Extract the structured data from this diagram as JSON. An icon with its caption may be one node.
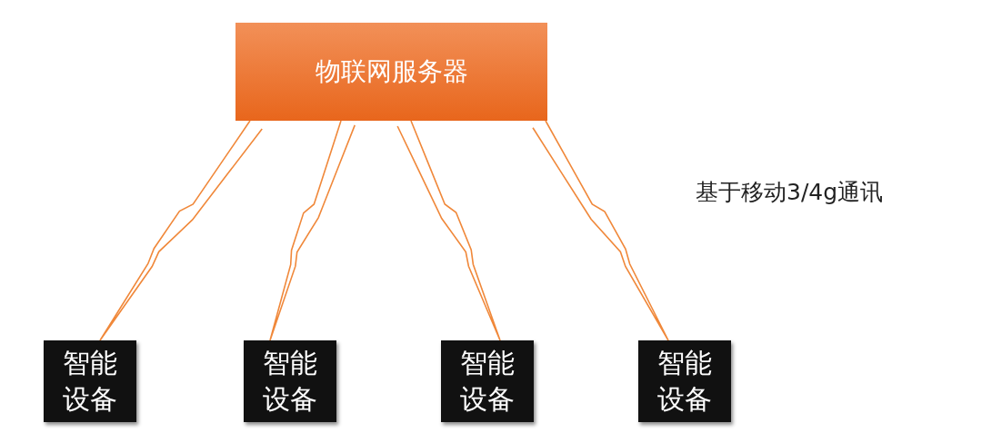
{
  "diagram": {
    "nodes": [
      {
        "text": [
          "物联网服务器"
        ]
      },
      {
        "text": [
          "智能设备"
        ]
      },
      {
        "text": [
          "智能设备"
        ]
      },
      {
        "text": [
          "智能设备"
        ]
      },
      {
        "text": [
          "智能设备"
        ]
      }
    ],
    "edges": [
      {
        "from": 0,
        "to": 1,
        "arrow": "none"
      },
      {
        "from": 0,
        "to": 2,
        "arrow": "none"
      },
      {
        "from": 0,
        "to": 3,
        "arrow": "none"
      },
      {
        "from": 0,
        "to": 4,
        "arrow": "none"
      }
    ],
    "labels": [
      "基于移动3/4g通讯"
    ]
  }
}
